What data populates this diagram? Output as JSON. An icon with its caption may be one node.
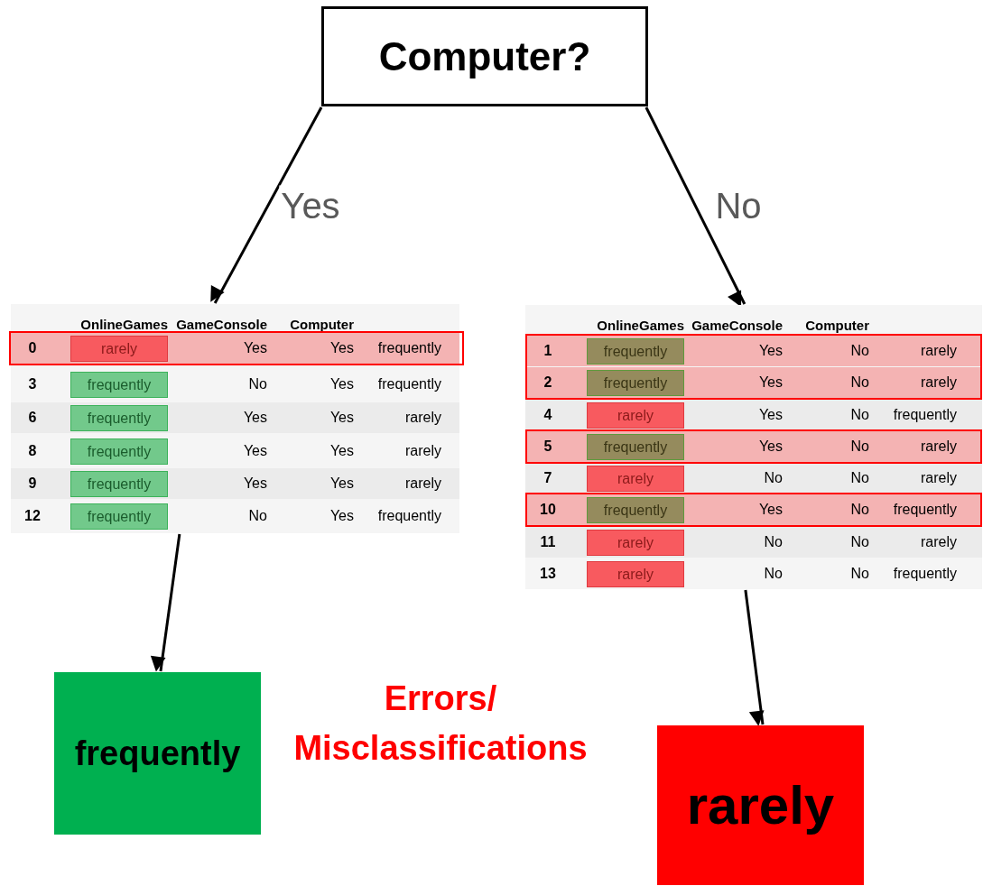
{
  "diagram": {
    "nodes": [
      {
        "text": [
          "Computer?"
        ]
      },
      {
        "text": [
          "OnlineGames",
          "GameConsole",
          "Computer",
          "0",
          "rarely",
          "Yes",
          "Yes",
          "frequently",
          "3",
          "frequently",
          "No",
          "Yes",
          "frequently",
          "6",
          "frequently",
          "Yes",
          "Yes",
          "rarely",
          "8",
          "frequently",
          "Yes",
          "Yes",
          "rarely",
          "9",
          "frequently",
          "Yes",
          "Yes",
          "rarely",
          "12",
          "frequently",
          "No",
          "Yes",
          "frequently"
        ]
      },
      {
        "text": [
          "OnlineGames",
          "GameConsole",
          "Computer",
          "1",
          "frequently",
          "Yes",
          "No",
          "rarely",
          "2",
          "frequently",
          "Yes",
          "No",
          "rarely",
          "4",
          "rarely",
          "Yes",
          "No",
          "frequently",
          "5",
          "frequently",
          "Yes",
          "No",
          "rarely",
          "7",
          "rarely",
          "No",
          "No",
          "rarely",
          "10",
          "frequently",
          "Yes",
          "No",
          "frequently",
          "11",
          "rarely",
          "No",
          "No",
          "rarely",
          "13",
          "rarely",
          "No",
          "No",
          "frequently"
        ]
      },
      {
        "text": [
          "frequently"
        ]
      },
      {
        "text": [
          "rarely"
        ]
      }
    ],
    "edges": [
      {
        "from": 0,
        "to": 1,
        "arrow": "to",
        "label": "Yes"
      },
      {
        "from": 0,
        "to": 2,
        "arrow": "to",
        "label": "No"
      },
      {
        "from": 1,
        "to": 3,
        "arrow": "to"
      },
      {
        "from": 2,
        "to": 4,
        "arrow": "to"
      }
    ],
    "labels": [
      "Errors/ Misclassifications"
    ]
  }
}
